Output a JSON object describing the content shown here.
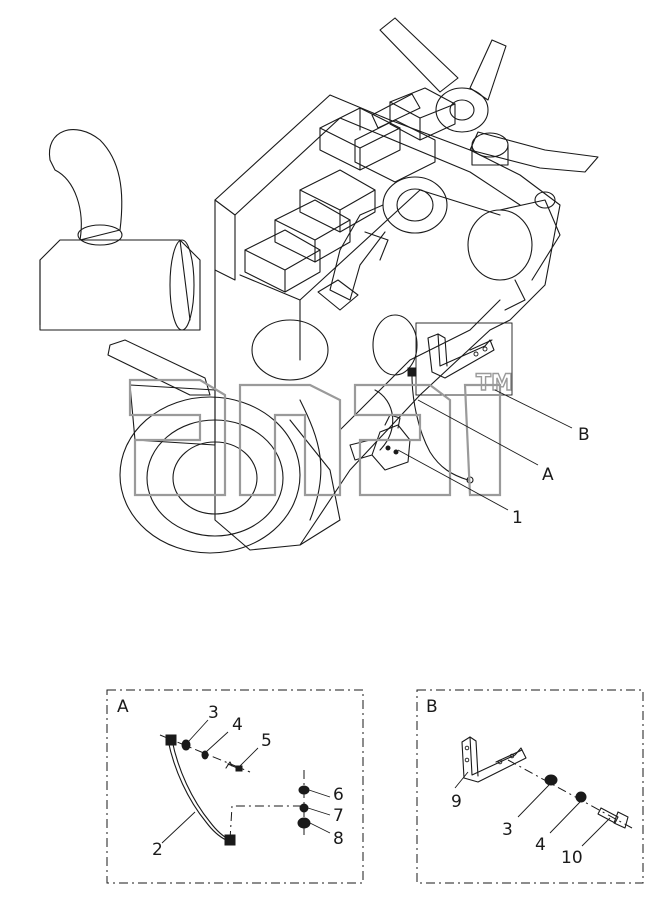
{
  "watermark": {
    "trademark": "TM"
  },
  "main_callouts": {
    "b": "B",
    "a": "A",
    "one": "1"
  },
  "detail_a": {
    "title": "A",
    "parts": {
      "p2": "2",
      "p3": "3",
      "p4": "4",
      "p5": "5",
      "p6": "6",
      "p7": "7",
      "p8": "8"
    }
  },
  "detail_b": {
    "title": "B",
    "parts": {
      "p9": "9",
      "p3": "3",
      "p4": "4",
      "p10": "10"
    }
  }
}
